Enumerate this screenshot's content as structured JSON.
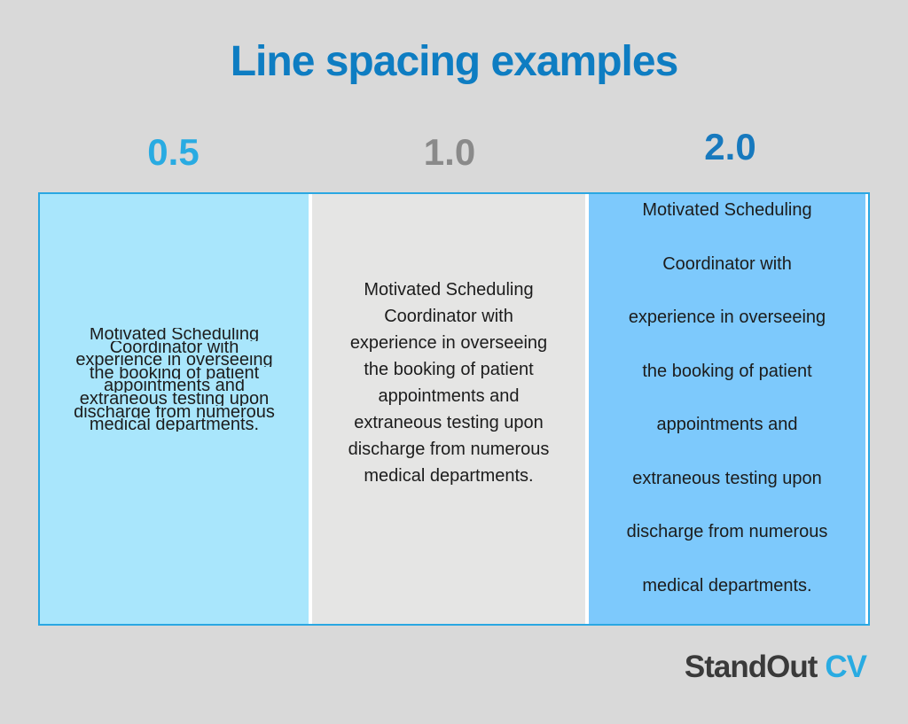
{
  "title": "Line spacing examples",
  "spacing_labels": [
    {
      "text": "0.5",
      "color": "#29ABE2"
    },
    {
      "text": "1.0",
      "color": "#8A8A8A"
    },
    {
      "text": "2.0",
      "color": "#1779BE"
    }
  ],
  "content": {
    "full_text": "Motivated Scheduling Coordinator with experience in overseeing the booking of patient appointments and extraneous testing upon discharge from numerous medical departments.",
    "lines": [
      "Motivated Scheduling",
      "Coordinator with",
      "experience in overseeing",
      "the booking of patient",
      "appointments and",
      "extraneous testing upon",
      "discharge from numerous",
      "medical departments."
    ]
  },
  "columns": [
    {
      "spacing": "0.5",
      "background": "#A9E6FC"
    },
    {
      "spacing": "1.0",
      "background": "#E5E5E4"
    },
    {
      "spacing": "2.0",
      "background": "#7DC9FC"
    }
  ],
  "box": {
    "border_color": "#2AA7E2",
    "gap_color": "#FFFFFF"
  },
  "page": {
    "background": "#D9D9D9",
    "title_color": "#0E7DC2",
    "text_color": "#1C1C1C"
  },
  "logo": {
    "part1": "StandOut",
    "part2": "CV",
    "part1_color": "#3A3A3A",
    "part2_color": "#29ABE2"
  }
}
